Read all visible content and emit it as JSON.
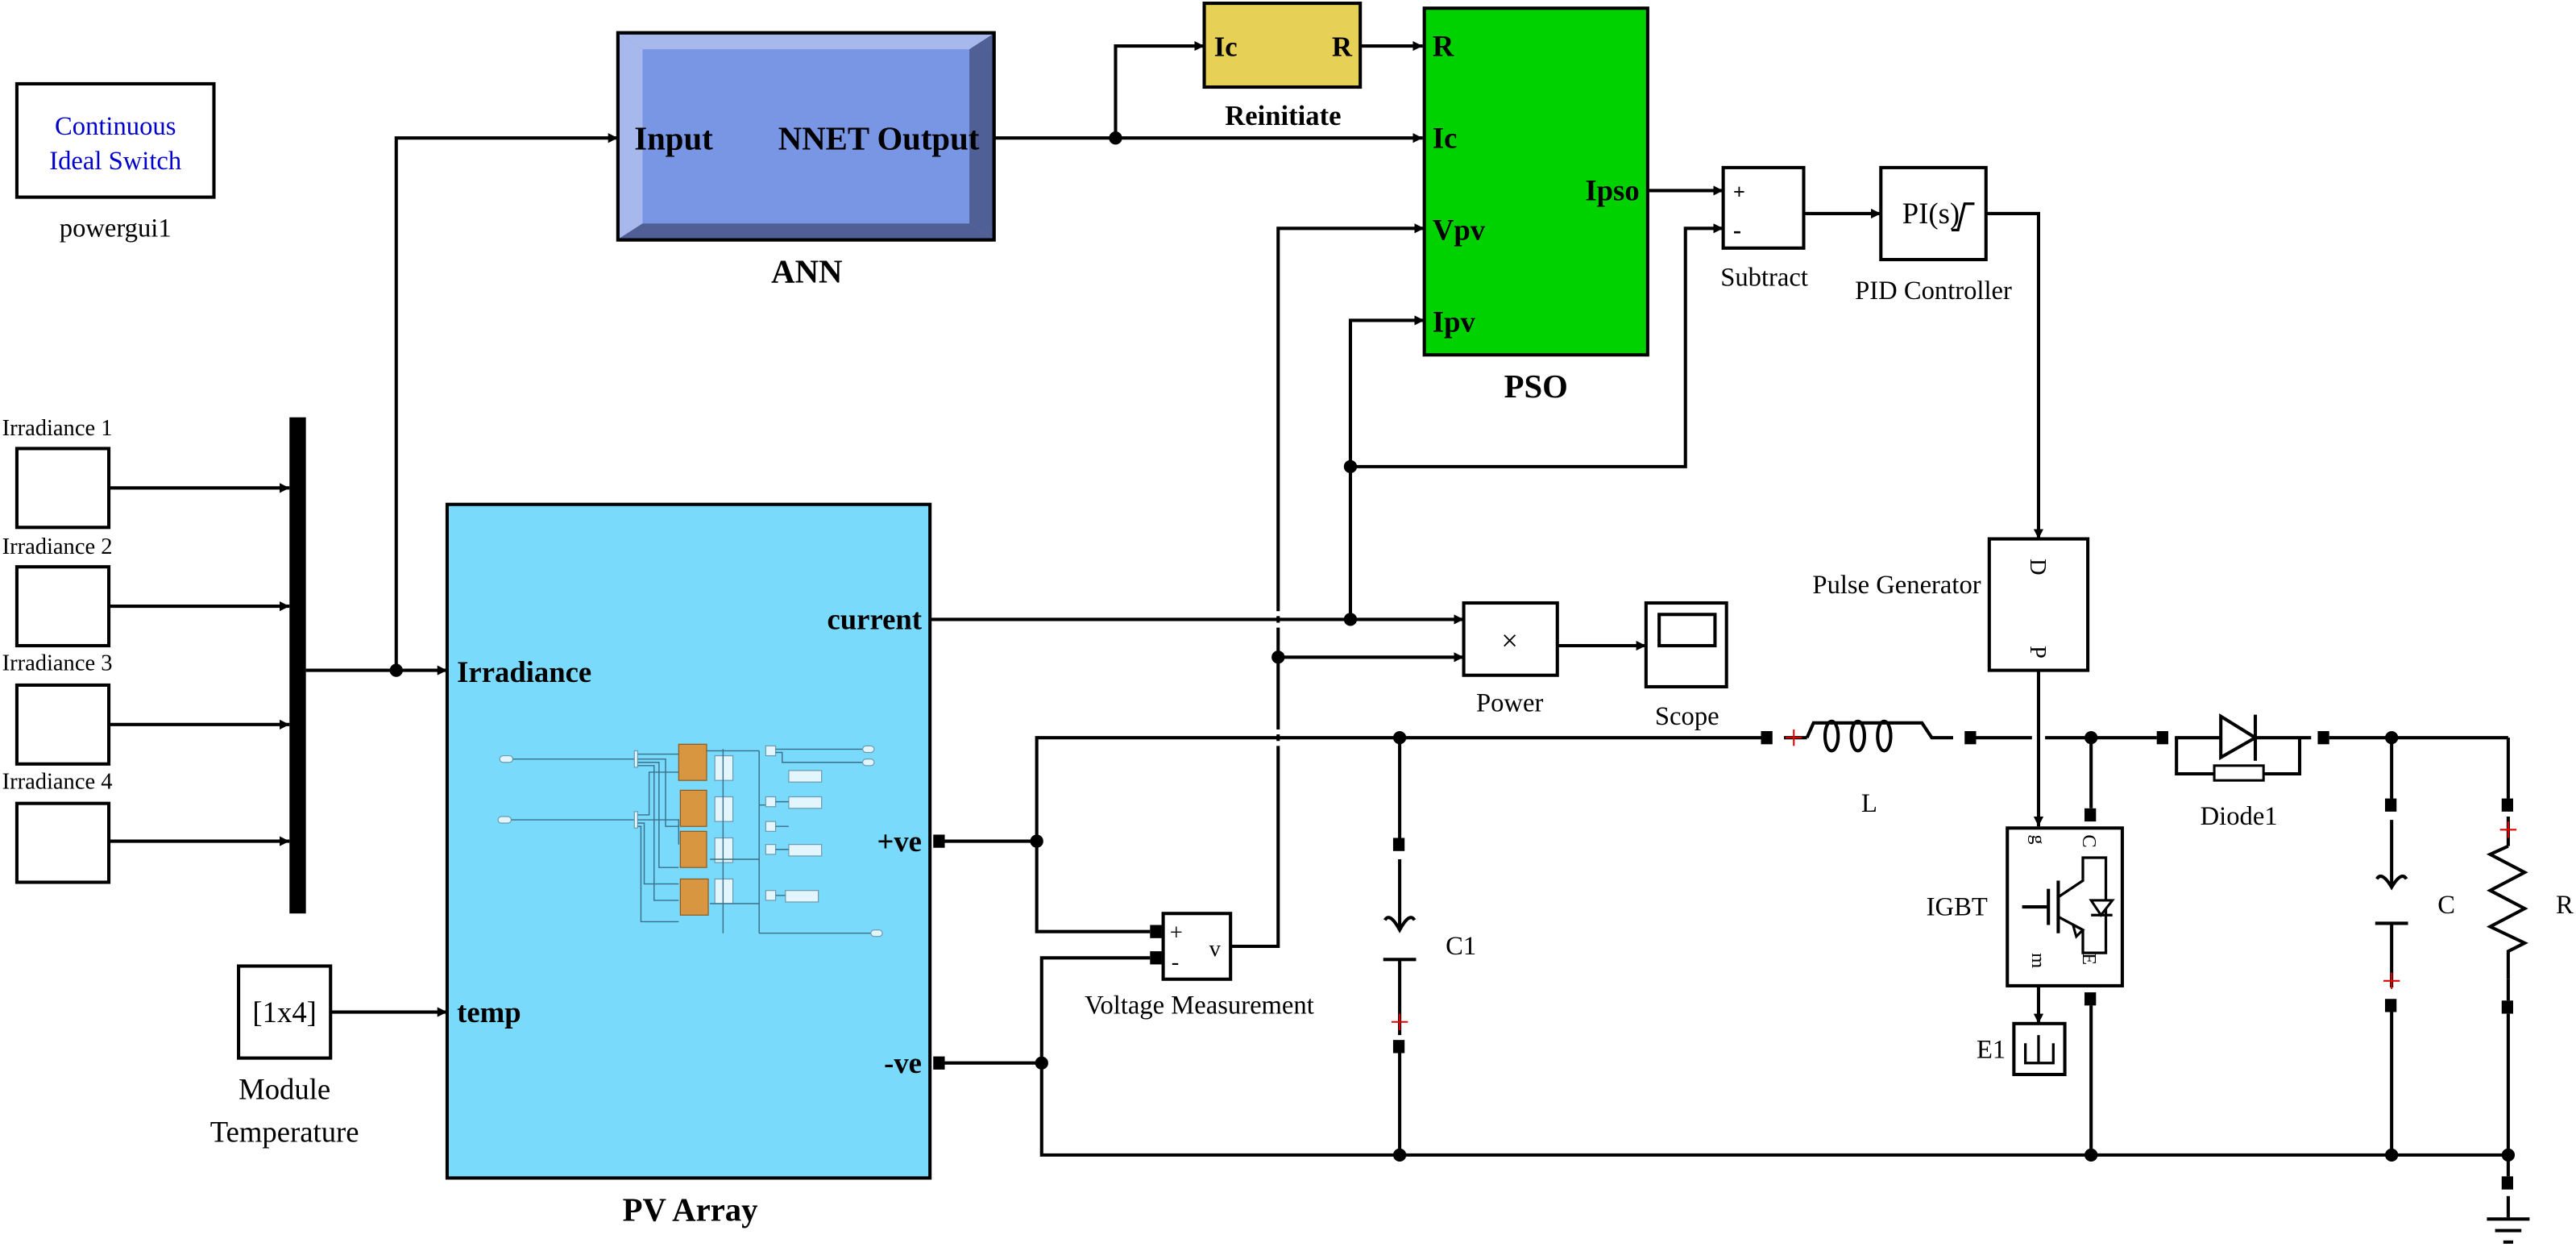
{
  "diagram_title": "PV Array MPPT Boost Converter (ANN + PSO)",
  "colors": {
    "ann_fill": "#7896e4",
    "ann_light": "#a6b8ec",
    "ann_dark": "#506096",
    "pso_fill": "#00d200",
    "reinitiate_fill": "#e6d055",
    "pv_fill": "#79dafb",
    "powergui_text": "#0000cc",
    "polarity_mark": "#e00000"
  },
  "powergui": {
    "line1": "Continuous",
    "line2": "Ideal Switch",
    "label": "powergui1"
  },
  "irradiance": [
    {
      "label": "Irradiance 1"
    },
    {
      "label": "Irradiance 2"
    },
    {
      "label": "Irradiance 3"
    },
    {
      "label": "Irradiance 4"
    }
  ],
  "ann": {
    "input_port": "Input",
    "output_port": "NNET Output",
    "label": "ANN"
  },
  "reinitiate": {
    "in_port": "Ic",
    "out_port": "R",
    "label": "Reinitiate"
  },
  "pso": {
    "ports_in": [
      "R",
      "Ic",
      "Vpv",
      "Ipv"
    ],
    "port_out": "Ipso",
    "label": "PSO"
  },
  "subtract": {
    "plus": "+",
    "minus": "-",
    "label": "Subtract"
  },
  "pid": {
    "text": "PI(s)",
    "label": "PID Controller"
  },
  "pulse_generator": {
    "port_d": "D",
    "port_p": "P",
    "label": "Pulse Generator"
  },
  "pv_array": {
    "port_irradiance": "Irradiance",
    "port_temp": "temp",
    "port_current": "current",
    "port_pos": "+ve",
    "port_neg": "-ve",
    "label": "PV Array"
  },
  "module_temp": {
    "value": "[1x4]",
    "label_line1": "Module",
    "label_line2": "Temperature"
  },
  "power": {
    "symbol": "×",
    "label": "Power"
  },
  "scope": {
    "label": "Scope"
  },
  "voltage_measurement": {
    "plus": "+",
    "minus": "-",
    "out": "v",
    "label": "Voltage Measurement"
  },
  "c1": {
    "label": "C1"
  },
  "inductor": {
    "label": "L"
  },
  "diode": {
    "label": "Diode1"
  },
  "igbt": {
    "label": "IGBT",
    "port_g": "g",
    "port_c": "C",
    "port_m": "m",
    "port_e": "E"
  },
  "e1": {
    "label": "E1"
  },
  "cap_out": {
    "label": "C"
  },
  "resistor": {
    "label": "R"
  }
}
